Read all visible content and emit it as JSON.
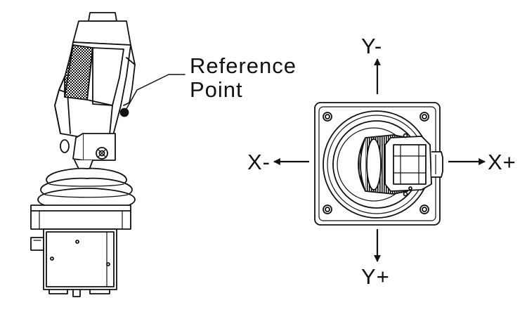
{
  "callout": {
    "line1": "Reference",
    "line2": "Point"
  },
  "axes": {
    "y_minus": "Y-",
    "y_plus": "Y+",
    "x_minus": "X-",
    "x_plus": "X+"
  },
  "colors": {
    "stroke": "#111111",
    "background": "#ffffff",
    "boot_fill": "#f7f7f7"
  }
}
